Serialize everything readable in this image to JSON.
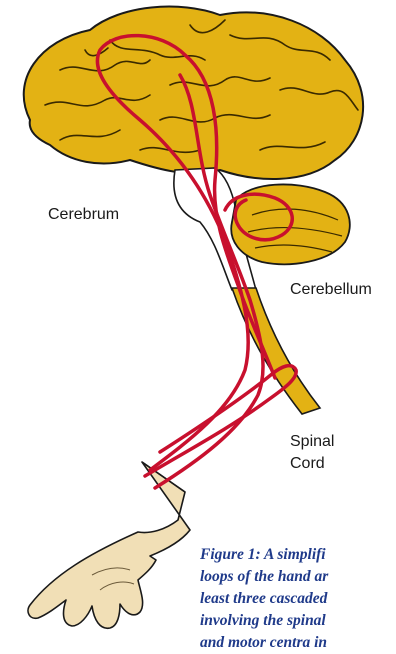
{
  "labels": {
    "cerebrum": "Cerebrum",
    "cerebellum": "Cerebellum",
    "spinal_line1": "Spinal",
    "spinal_line2": "Cord"
  },
  "caption": {
    "lines": [
      "Figure 1: A simplifi",
      "loops of the hand ar",
      "least three cascaded",
      "involving the spinal",
      "and motor centra in"
    ]
  },
  "colors": {
    "brain_fill": "#e3b214",
    "brain_outline": "#1a1a1a",
    "pathway": "#c8102e",
    "skin": "#f1dfb6",
    "caption_text": "#1f3a8a"
  }
}
